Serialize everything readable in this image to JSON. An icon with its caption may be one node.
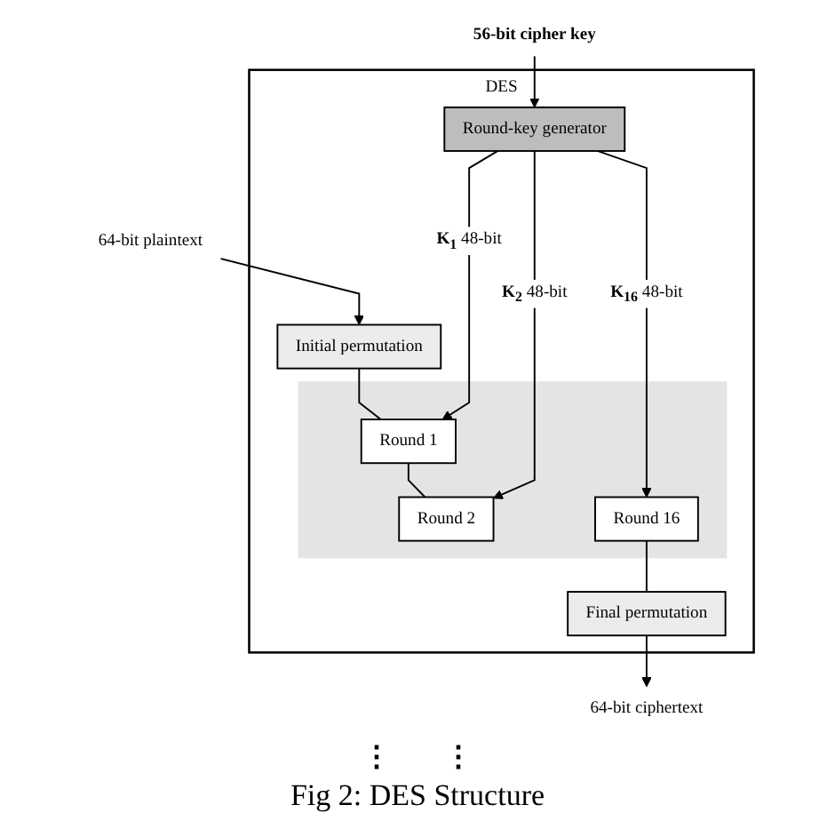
{
  "diagram": {
    "caption": "Fig 2: DES Structure",
    "nodes": [
      {
        "text": [
          "64-bit plaintext"
        ]
      },
      {
        "text": [
          "DES"
        ]
      },
      {
        "text": [
          "Initial permutation"
        ],
        "in": 1
      },
      {
        "text": [],
        "shape": "box",
        "in": 1
      },
      {
        "text": [
          "Round 1"
        ],
        "in": 3
      },
      {
        "text": [
          "Round 2"
        ],
        "in": 3
      },
      {
        "text": [
          "Round 16"
        ],
        "in": 3
      },
      {
        "text": [
          "Final permutation"
        ],
        "in": 1
      },
      {
        "text": [
          "Round-key generator"
        ],
        "in": 1
      },
      {
        "text": [
          "56-bit cipher key"
        ]
      },
      {
        "text": [
          "64-bit ciphertext"
        ]
      }
    ],
    "edges": [
      {
        "from": 0,
        "to": 2,
        "arrow": "to"
      },
      {
        "from": 2,
        "to": 4,
        "arrow": "none"
      },
      {
        "from": 4,
        "to": 5,
        "arrow": "none"
      },
      {
        "from": 6,
        "to": 7,
        "arrow": "none"
      },
      {
        "from": 7,
        "to": 10,
        "arrow": "to"
      },
      {
        "from": 9,
        "to": 8,
        "arrow": "to"
      },
      {
        "from": 8,
        "to": 4,
        "arrow": "to",
        "label": "**K$_{1}$** 48-bit"
      },
      {
        "from": 8,
        "to": 5,
        "arrow": "to",
        "label": "**K$_{2}$** 48-bit"
      },
      {
        "from": 8,
        "to": 6,
        "arrow": "to",
        "label": "**K$_{16}$** 48-bit"
      }
    ],
    "labels": [
      "⋮",
      "⋮"
    ]
  }
}
